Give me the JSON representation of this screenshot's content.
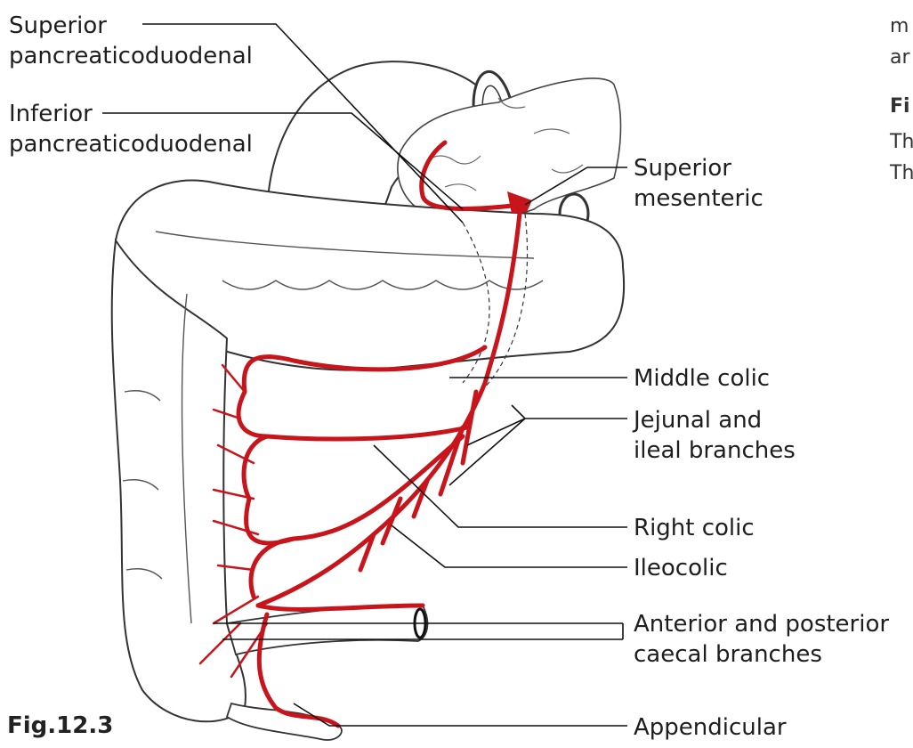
{
  "labels": {
    "superior_pancreaticoduodenal": [
      "Superior",
      "pancreaticoduodenal"
    ],
    "inferior_pancreaticoduodenal": [
      "Inferior",
      "pancreaticoduodenal"
    ],
    "superior_mesenteric": [
      "Superior",
      "mesenteric"
    ],
    "middle_colic": "Middle colic",
    "jejunal_ileal": [
      "Jejunal and",
      "ileal branches"
    ],
    "right_colic": "Right colic",
    "ileocolic": "Ileocolic",
    "caecal": [
      "Anterior and posterior",
      "caecal branches"
    ],
    "appendicular": "Appendicular"
  },
  "figure_number": "Fig.12.3",
  "side_text": [
    "m",
    "ar",
    "Fi",
    "Th",
    "Th"
  ],
  "colors": {
    "artery": "#c8151b",
    "outline": "#333333",
    "leader": "#111111"
  }
}
